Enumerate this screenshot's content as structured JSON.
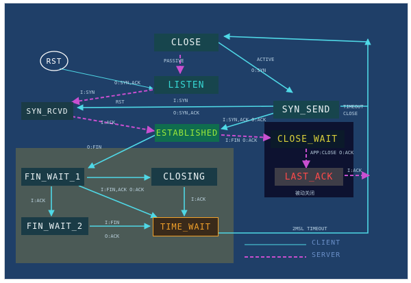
{
  "states": {
    "close": "CLOSE",
    "listen": "LISTEN",
    "syn_rcvd": "SYN_RCVD",
    "syn_send": "SYN_SEND",
    "established": "ESTABLISHED",
    "close_wait": "CLOSE_WAIT",
    "last_ack": "LAST_ACK",
    "fin_wait_1": "FIN_WAIT_1",
    "closing": "CLOSING",
    "fin_wait_2": "FIN_WAIT_2",
    "time_wait": "TIME_WAIT",
    "rst": "RST"
  },
  "labels": {
    "passive": "PASSIVE",
    "i_syn_listen": "I:SYN",
    "o_synack": "O:SYN,ACK",
    "rst": "RST",
    "o_syn_active": "O:SYN",
    "active": "ACTIVE",
    "i_syn": "I:SYN",
    "o_synack_2": "O:SYN,ACK",
    "i_ack": "I:ACK",
    "o_fin": "O:FIN",
    "i_synack_o_ack": "I:SYN,ACK O:ACK",
    "timeout": "TIMEOUT",
    "close": "CLOSE",
    "i_fin_o_ack": "I:FIN O:ACK",
    "i_ack_last": "I:ACK",
    "i_fin_ack_o_ack": "I:FIN,ACK O:ACK",
    "i_ack_closing": "I:ACK",
    "i_ack_fw1": "I:ACK",
    "i_fin_fw2": "I:FIN",
    "o_ack_fw2": "O:ACK",
    "app_close_o_fin": "APP:CLOSE O:ACK",
    "passive_close": "被动关闭",
    "two_msl": "2MSL TIMEOUT"
  },
  "legend": {
    "client": "CLIENT",
    "server": "SERVER"
  },
  "colors": {
    "background": "#1f3f68",
    "client_line": "#4fd8e6",
    "server_line": "#c94fd0",
    "panel_client": "#4e5c55",
    "panel_server": "#0d1230"
  }
}
